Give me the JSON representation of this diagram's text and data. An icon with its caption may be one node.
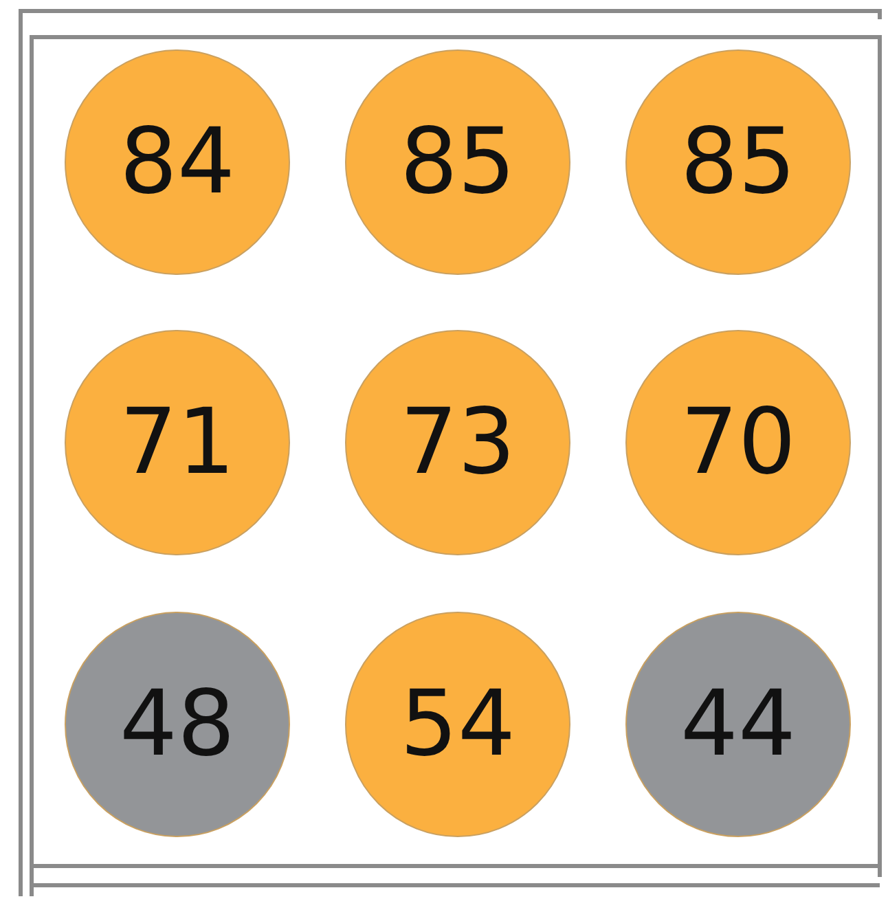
{
  "diagram": {
    "nodes": [
      {
        "text": [
          "84"
        ]
      },
      {
        "text": [
          "85"
        ]
      },
      {
        "text": [
          "85"
        ]
      },
      {
        "text": [
          "71"
        ]
      },
      {
        "text": [
          "73"
        ]
      },
      {
        "text": [
          "70"
        ]
      },
      {
        "text": [
          "48"
        ]
      },
      {
        "text": [
          "54"
        ]
      },
      {
        "text": [
          "44"
        ]
      }
    ]
  }
}
